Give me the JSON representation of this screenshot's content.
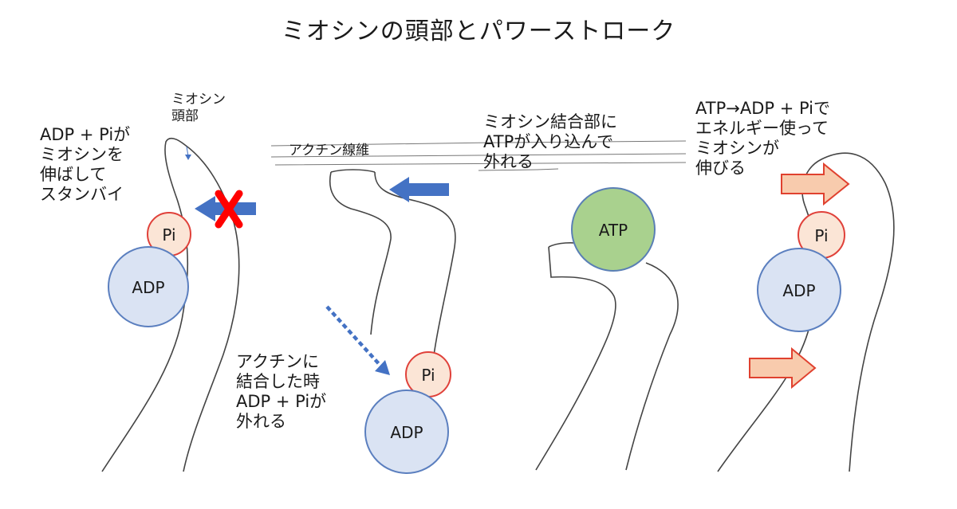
{
  "title": "ミオシンの頭部とパワーストローク",
  "labels": {
    "myosin_head": "ミオシン\n頭部",
    "stage1_note": "ADP + Piが\nミオシンを\n伸ばして\nスタンバイ",
    "actin_filament": "アクチン線維",
    "stage2_note": "アクチンに\n結合した時\nADP + Piが\n外れる",
    "stage3_note": "ミオシン結合部に\nATPが入り込んで\n外れる",
    "stage4_note": "ATP→ADP + Piで\nエネルギー使って\nミオシンが\n伸びる"
  },
  "molecules": {
    "pi": "Pi",
    "adp": "ADP",
    "atp": "ATP"
  },
  "colors": {
    "blue_arrow": "#4472c4",
    "red_cross": "#ff0000",
    "molecule_fill_blue": "#dae3f3",
    "molecule_stroke_blue": "#5b7fbf",
    "molecule_fill_pink": "#fbe5d6",
    "molecule_stroke_red": "#e0413a",
    "atp_fill": "#a9d18e",
    "atp_stroke": "#5a7fb5",
    "orange_arrow_fill": "#f8cbad",
    "orange_arrow_stroke": "#e0412f"
  }
}
